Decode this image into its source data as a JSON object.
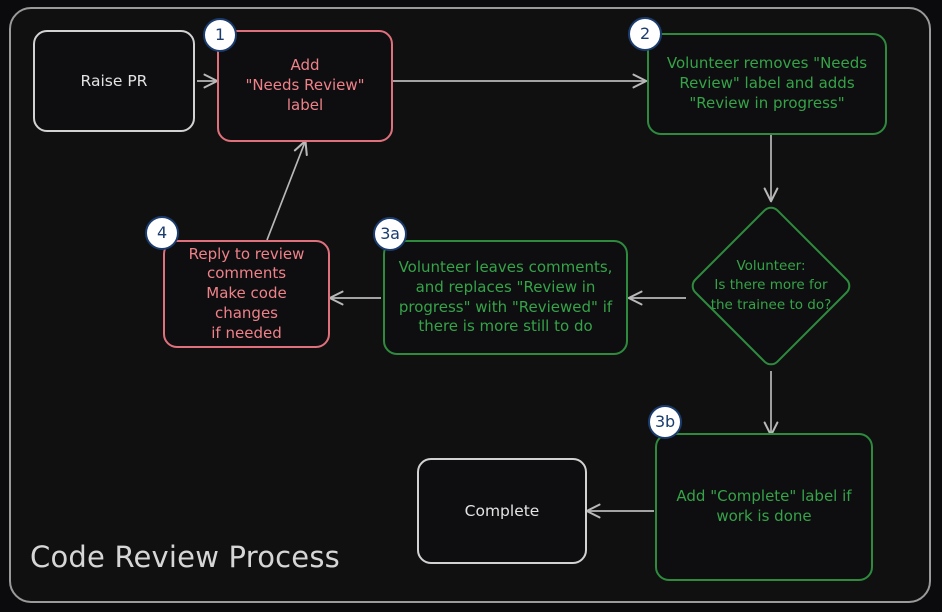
{
  "diagram": {
    "title": "Code Review Process",
    "frame_border_color": "#9a9a9a",
    "background_color": "#0b0b0d",
    "panel_color": "#101011",
    "colors": {
      "neutral": "#d2d2d2",
      "red": "#e0707c",
      "red_text": "#ef8189",
      "green": "#2e8b3d",
      "green_text": "#35a348",
      "badge_fill": "#ffffff",
      "badge_stroke": "#1b3c6e",
      "edge": "#b8b8b8"
    },
    "nodes": [
      {
        "id": "raise-pr",
        "label": "Raise PR",
        "style": "plain",
        "badge": null,
        "shape": "rounded-rect"
      },
      {
        "id": "add-needs-review-label",
        "label": "Add\n\"Needs Review\"\nlabel",
        "style": "red",
        "badge": "1",
        "shape": "rounded-rect"
      },
      {
        "id": "volunteer-removes-needs-review",
        "label": "Volunteer removes \"Needs\nReview\" label and adds\n\"Review in progress\"",
        "style": "green",
        "badge": "2",
        "shape": "rounded-rect"
      },
      {
        "id": "decision-more-for-trainee",
        "label": "Volunteer:\nIs there more for\nthe trainee to do?",
        "style": "green",
        "badge": null,
        "shape": "diamond"
      },
      {
        "id": "volunteer-leaves-comments",
        "label": "Volunteer leaves comments,\nand replaces \"Review in\nprogress\" with \"Reviewed\" if\nthere is more still to do",
        "style": "green",
        "badge": "3a",
        "shape": "rounded-rect"
      },
      {
        "id": "reply-to-review-comments",
        "label": "Reply to review\ncomments\nMake code changes\nif needed",
        "style": "red",
        "badge": "4",
        "shape": "rounded-rect"
      },
      {
        "id": "add-complete-label",
        "label": "Add \"Complete\" label if\nwork is done",
        "style": "green",
        "badge": "3b",
        "shape": "rounded-rect"
      },
      {
        "id": "complete",
        "label": "Complete",
        "style": "plain",
        "badge": null,
        "shape": "rounded-rect"
      }
    ],
    "edges": [
      {
        "from": "raise-pr",
        "to": "add-needs-review-label",
        "label": ""
      },
      {
        "from": "add-needs-review-label",
        "to": "volunteer-removes-needs-review",
        "label": ""
      },
      {
        "from": "volunteer-removes-needs-review",
        "to": "decision-more-for-trainee",
        "label": ""
      },
      {
        "from": "decision-more-for-trainee",
        "to": "volunteer-leaves-comments",
        "label": ""
      },
      {
        "from": "volunteer-leaves-comments",
        "to": "reply-to-review-comments",
        "label": ""
      },
      {
        "from": "reply-to-review-comments",
        "to": "add-needs-review-label",
        "label": ""
      },
      {
        "from": "decision-more-for-trainee",
        "to": "add-complete-label",
        "label": ""
      },
      {
        "from": "add-complete-label",
        "to": "complete",
        "label": ""
      }
    ]
  }
}
